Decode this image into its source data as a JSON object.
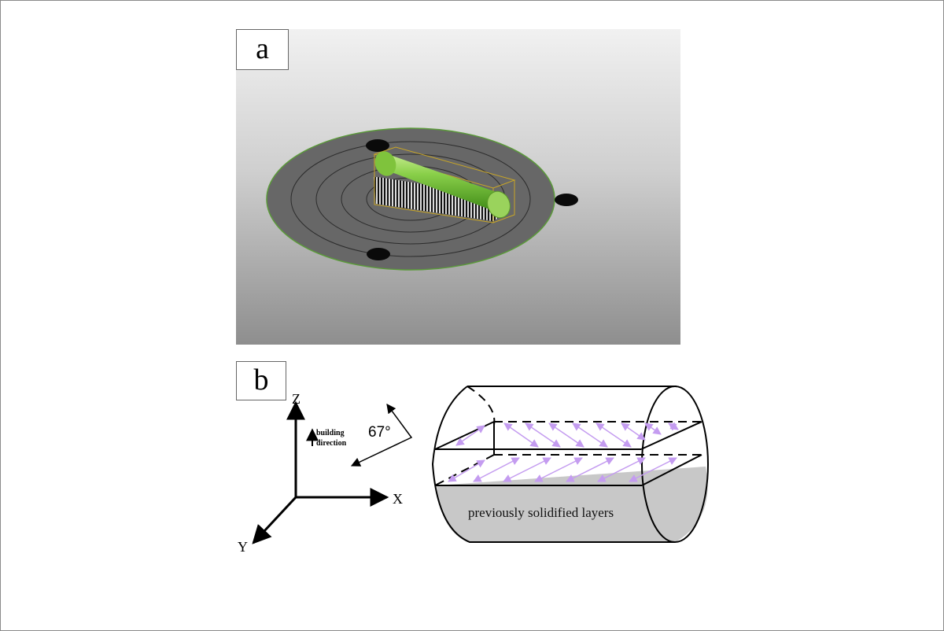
{
  "panels": {
    "a": {
      "label": "a"
    },
    "b": {
      "label": "b",
      "axes": {
        "z": "Z",
        "x": "X",
        "y": "Y"
      },
      "build_direction": {
        "line1": "building",
        "line2": "direction"
      },
      "angle_label": "67°",
      "layer_label": "previously solidified layers"
    }
  },
  "colors": {
    "cylinder_green": "#7cc43a",
    "scan_vector": "#c49cf0",
    "build_plate": "#666666",
    "solidified_fill": "#c8c8c8"
  }
}
